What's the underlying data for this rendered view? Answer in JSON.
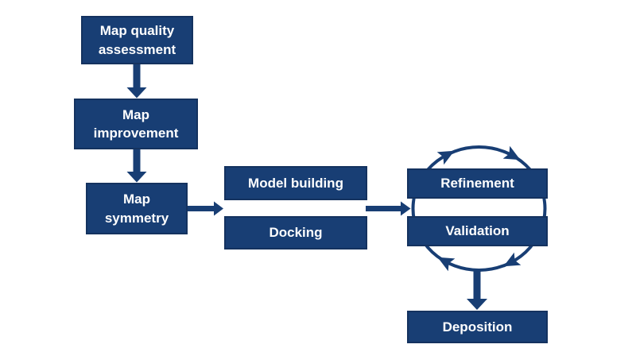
{
  "diagram": {
    "type": "flowchart",
    "colors": {
      "background": "#ffffff",
      "box_fill": "#183e74",
      "box_border": "#14325f",
      "box_text": "#ffffff",
      "arrow": "#183e74"
    },
    "nodes": [
      {
        "id": "map-quality-assessment",
        "label": "Map quality assessment"
      },
      {
        "id": "map-improvement",
        "label": "Map improvement"
      },
      {
        "id": "map-symmetry",
        "label": "Map symmetry"
      },
      {
        "id": "model-building",
        "label": "Model building"
      },
      {
        "id": "docking",
        "label": "Docking"
      },
      {
        "id": "refinement",
        "label": "Refinement"
      },
      {
        "id": "validation",
        "label": "Validation"
      },
      {
        "id": "deposition",
        "label": "Deposition"
      }
    ],
    "edges": [
      {
        "from": "map-quality-assessment",
        "to": "map-improvement",
        "style": "thick-arrow-down"
      },
      {
        "from": "map-improvement",
        "to": "map-symmetry",
        "style": "thick-arrow-down"
      },
      {
        "from": "map-symmetry",
        "to": "model-building / docking",
        "style": "thick-arrow-right"
      },
      {
        "from": "model-building / docking",
        "to": "refinement / validation",
        "style": "thick-arrow-right"
      },
      {
        "between": [
          "refinement",
          "validation"
        ],
        "style": "circular-cycle",
        "direction": "clockwise",
        "arrowheads": 4
      },
      {
        "from": "refinement / validation",
        "to": "deposition",
        "style": "thick-arrow-down"
      }
    ]
  }
}
